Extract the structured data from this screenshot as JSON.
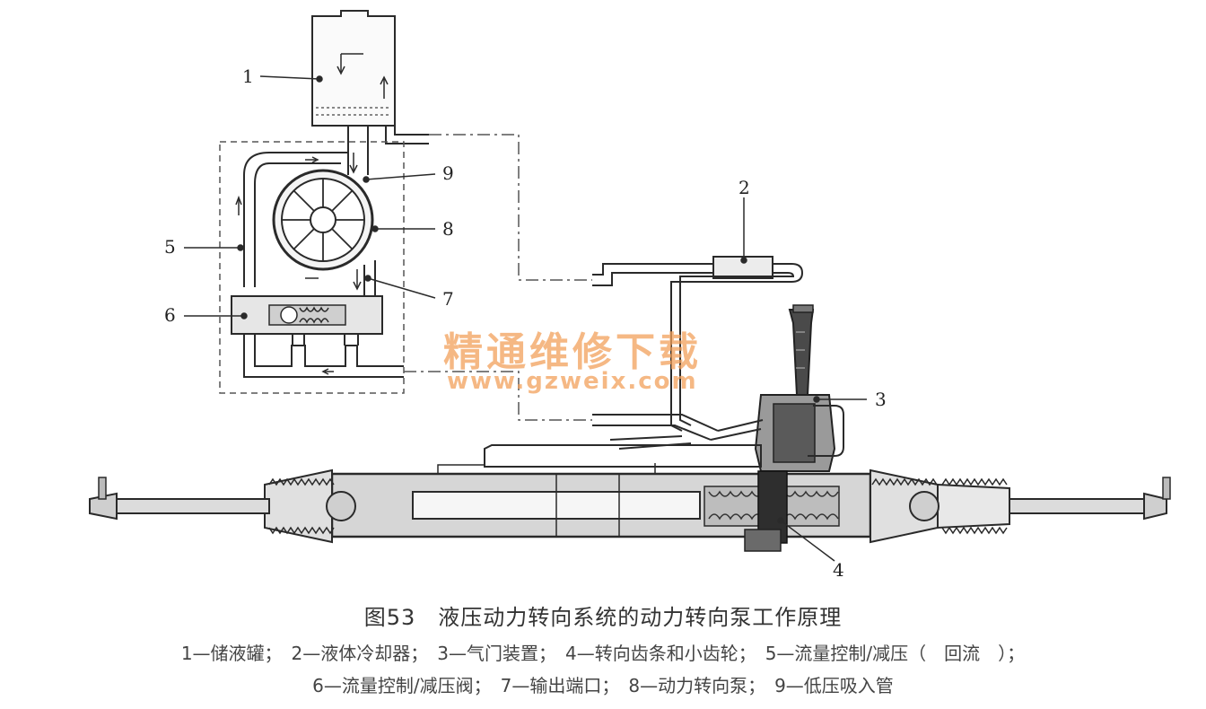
{
  "callouts": {
    "n1": "1",
    "n2": "2",
    "n3": "3",
    "n4": "4",
    "n5": "5",
    "n6": "6",
    "n7": "7",
    "n8": "8",
    "n9": "9"
  },
  "watermark": {
    "cn": "精通维修下载",
    "url": "www.gzweix.com"
  },
  "caption": {
    "title": "图53　液压动力转向系统的动力转向泵工作原理",
    "legend_line1": "1—储液罐；　2—液体冷却器；　3—气门装置；　4—转向齿条和小齿轮；　5—流量控制/减压（　回流　）；",
    "legend_line2": "6—流量控制/减压阀；　7—输出端口；　8—动力转向泵；　9—低压吸入管"
  },
  "colors": {
    "line": "#2a2a2a",
    "shade": "#9a9a9a",
    "dark": "#3a3a3a",
    "watermark": "#f2a15c"
  }
}
